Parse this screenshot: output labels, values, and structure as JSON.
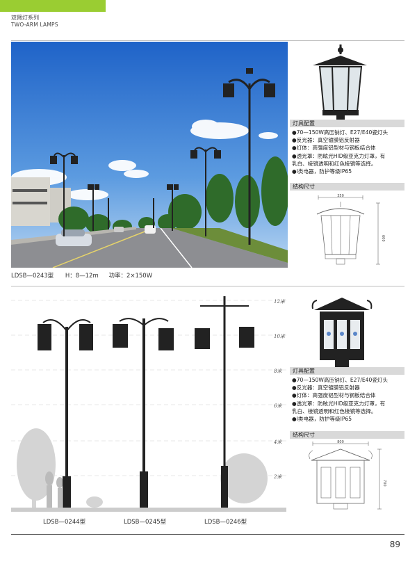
{
  "header": {
    "series_cn": "双臂灯系列",
    "series_en": "TWO-ARM LAMPS"
  },
  "top": {
    "model": "LDSB—0243型",
    "height": "H：8—12m",
    "power": "功率：2×150W",
    "config_title": "灯具配置",
    "specs": [
      "●70—150W高压钠灯、E27/E40瓷灯头",
      "●反光器：真空镀膜铝反射器",
      "●灯体：高强度铝型材与钢板结合体",
      "●透光罩：防眩光HID级亚克力灯罩，有",
      "乳白、棱镜透明和红色棱镜等选择。",
      "●I类电器，防护等级IP65"
    ],
    "dims_title": "结构尺寸",
    "dim_width": "350",
    "dim_height": "600"
  },
  "bottom": {
    "config_title": "灯具配置",
    "specs": [
      "●70—150W高压钠灯、E27/E40瓷灯头",
      "●反光器：真空镀膜铝反射器",
      "●灯体：高强度铝型材与钢板结合体",
      "●透光罩：防眩光HID级亚克力灯罩，有",
      "乳白、棱镜透明和红色棱镜等选择。",
      "●I类电器，防护等级IP65"
    ],
    "dims_title": "结构尺寸",
    "dim_width": "800",
    "dim_height": "700",
    "scale": [
      "12米",
      "10米",
      "8米",
      "6米",
      "4米",
      "2米"
    ],
    "models": [
      "LDSB—0244型",
      "LDSB—0245型",
      "LDSB—0246型"
    ]
  },
  "page_number": "89",
  "colors": {
    "accent": "#9acd32",
    "section_bar": "#d9d9d9"
  }
}
